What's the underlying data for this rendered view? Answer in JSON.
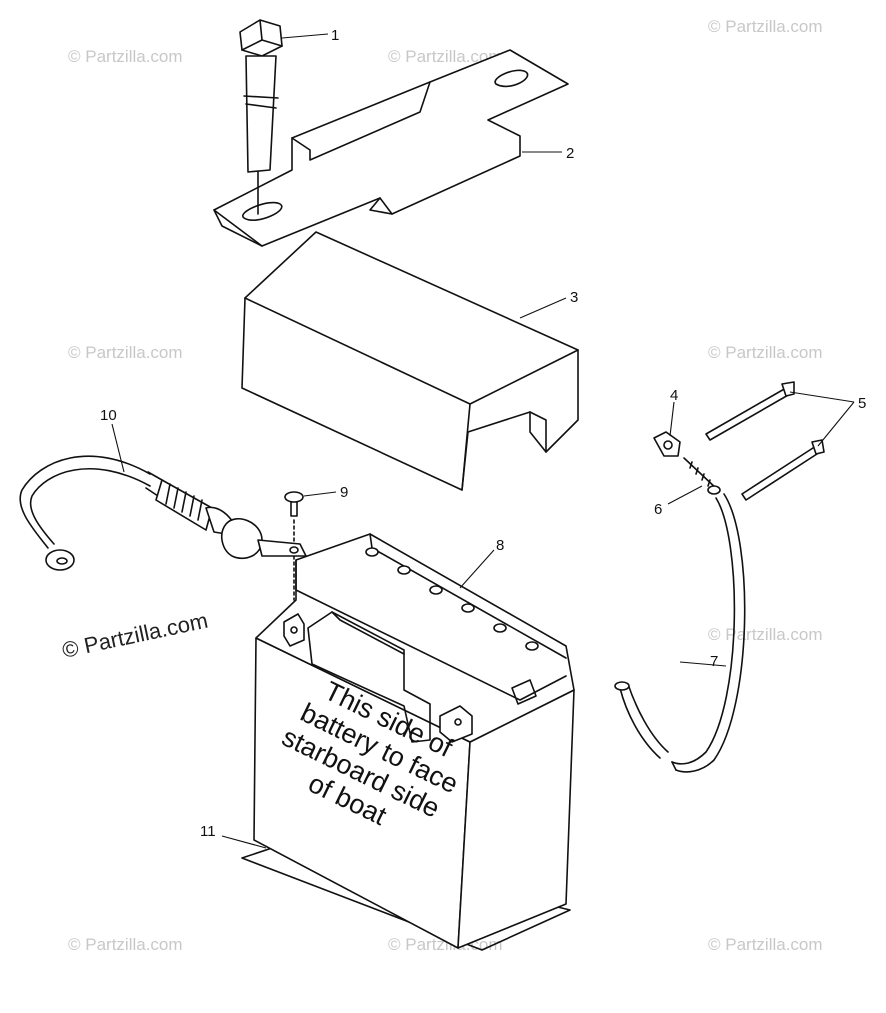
{
  "watermarks": {
    "repeat": "© Partzilla.com",
    "prominent": "© Partzilla.com"
  },
  "battery_label": [
    "This side of",
    "battery to face",
    "starboard side",
    "of boat"
  ],
  "callouts": {
    "c1": "1",
    "c2": "2",
    "c3": "3",
    "c4": "4",
    "c5": "5",
    "c6": "6",
    "c7": "7",
    "c8": "8",
    "c9": "9",
    "c10": "10",
    "c11": "11"
  }
}
